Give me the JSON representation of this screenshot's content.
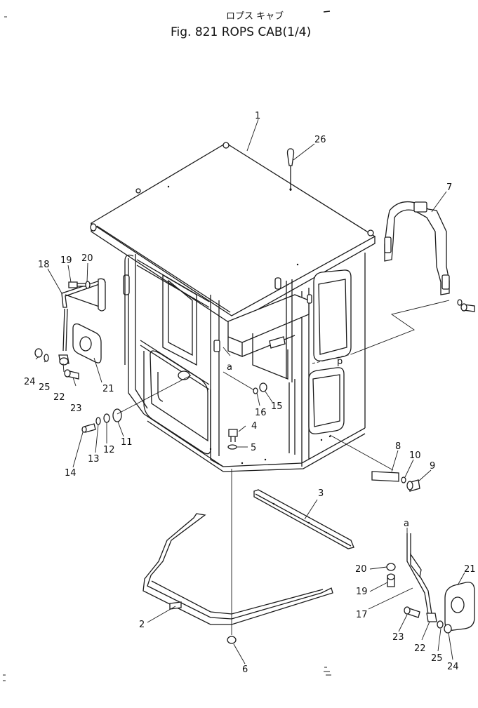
{
  "header": {
    "subtitle_jp": "ロプス キャブ",
    "title": "Fig. 821 ROPS CAB(1/4)"
  },
  "callouts": [
    {
      "id": "c1",
      "label": "1"
    },
    {
      "id": "c26",
      "label": "26"
    },
    {
      "id": "c7",
      "label": "7"
    },
    {
      "id": "c18",
      "label": "18"
    },
    {
      "id": "c19a",
      "label": "19"
    },
    {
      "id": "c20a",
      "label": "20"
    },
    {
      "id": "ca1",
      "label": "a"
    },
    {
      "id": "c24a",
      "label": "24"
    },
    {
      "id": "c25a",
      "label": "25"
    },
    {
      "id": "c22a",
      "label": "22"
    },
    {
      "id": "c21a",
      "label": "21"
    },
    {
      "id": "c23a",
      "label": "23"
    },
    {
      "id": "c16",
      "label": "16"
    },
    {
      "id": "c15",
      "label": "15"
    },
    {
      "id": "c4",
      "label": "4"
    },
    {
      "id": "c5",
      "label": "5"
    },
    {
      "id": "c11",
      "label": "11"
    },
    {
      "id": "c12",
      "label": "12"
    },
    {
      "id": "c13",
      "label": "13"
    },
    {
      "id": "c14",
      "label": "14"
    },
    {
      "id": "c8",
      "label": "8"
    },
    {
      "id": "c10",
      "label": "10"
    },
    {
      "id": "c9",
      "label": "9"
    },
    {
      "id": "c3",
      "label": "3"
    },
    {
      "id": "ca2",
      "label": "a"
    },
    {
      "id": "c20b",
      "label": "20"
    },
    {
      "id": "c19b",
      "label": "19"
    },
    {
      "id": "c21b",
      "label": "21"
    },
    {
      "id": "c17",
      "label": "17"
    },
    {
      "id": "c2",
      "label": "2"
    },
    {
      "id": "c23b",
      "label": "23"
    },
    {
      "id": "c22b",
      "label": "22"
    },
    {
      "id": "c25b",
      "label": "25"
    },
    {
      "id": "c24b",
      "label": "24"
    },
    {
      "id": "c6",
      "label": "6"
    }
  ]
}
